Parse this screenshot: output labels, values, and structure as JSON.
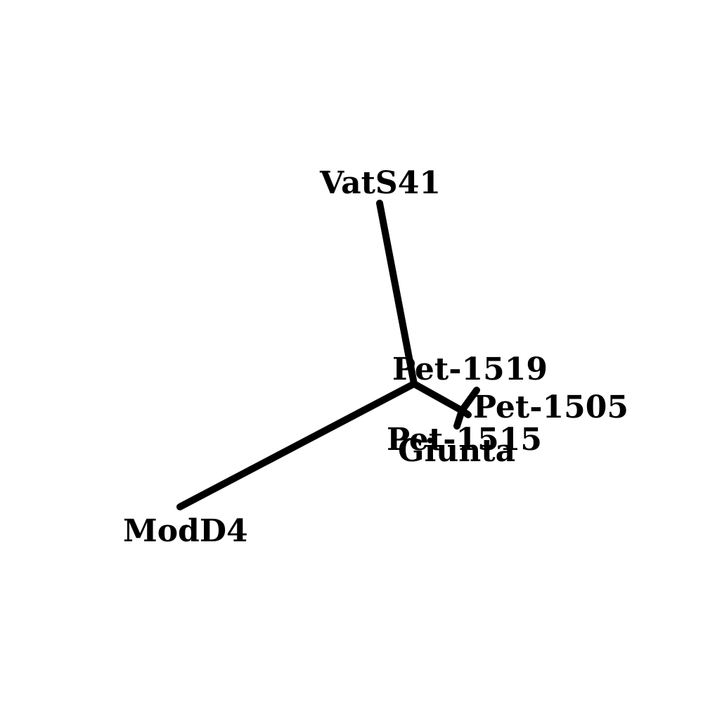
{
  "diagram": {
    "type": "unrooted-phylogenetic-tree",
    "line_color": "#000000",
    "background_color": "#ffffff",
    "tips": [
      {
        "id": "vats41",
        "label": "VatS41"
      },
      {
        "id": "pet1519",
        "label": "Pet-1519"
      },
      {
        "id": "pet1505",
        "label": "Pet-1505"
      },
      {
        "id": "pet1515",
        "label": "Pet-1515"
      },
      {
        "id": "giunta",
        "label": "Giunta"
      },
      {
        "id": "modd4",
        "label": "ModD4"
      }
    ],
    "edges": [
      {
        "from": "center",
        "to": "vats41"
      },
      {
        "from": "center",
        "to": "modd4"
      },
      {
        "from": "center",
        "to": "node1"
      },
      {
        "from": "node1",
        "to": "pet1505"
      },
      {
        "from": "node1",
        "to": "giunta"
      },
      {
        "from": "node1",
        "to": "pet1515"
      }
    ]
  }
}
